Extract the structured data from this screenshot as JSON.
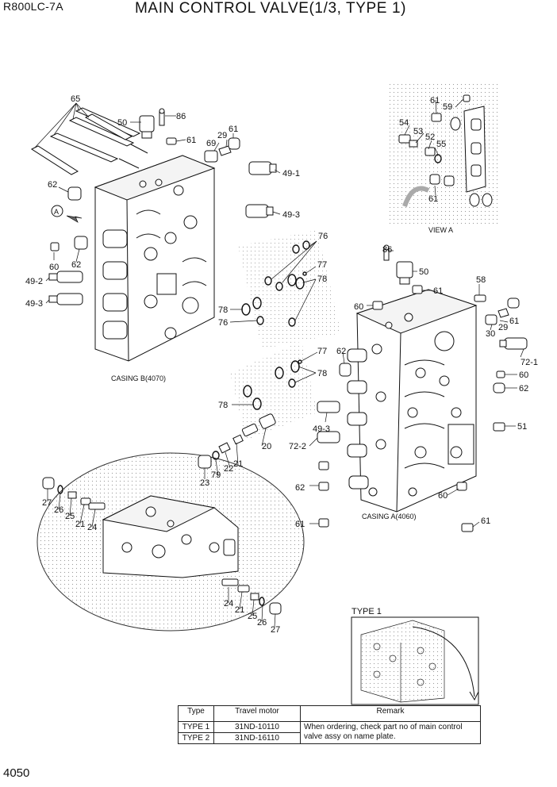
{
  "header": {
    "model": "R800LC-7A",
    "title": "MAIN CONTROL VALVE(1/3, TYPE 1)"
  },
  "page_number": "4050",
  "captions": {
    "casing_b": "CASING B(4070)",
    "casing_a": "CASING A(4060)",
    "view_a": "VIEW A",
    "type1": "TYPE 1",
    "arrow_view": "A"
  },
  "labels": {
    "l65": "65",
    "l50a": "50",
    "l86a": "86",
    "l61a": "61",
    "l69": "69",
    "l29a": "29",
    "l61b": "61",
    "l49_1": "49-1",
    "l49_3a": "49-3",
    "l62a": "62",
    "l60a": "60",
    "l62b": "62",
    "l49_2": "49-2",
    "l49_3b": "49-3",
    "l76a": "76",
    "l77a": "77",
    "l78a": "78",
    "l78b": "78",
    "l76b": "76",
    "l77b": "77",
    "l78c": "78",
    "l78d": "78",
    "l86b": "86",
    "l50b": "50",
    "l61c": "61",
    "l60b": "60",
    "l58": "58",
    "l61d": "61",
    "l30": "30",
    "l29b": "29",
    "l72_1": "72-1",
    "l60c": "60",
    "l62c": "62",
    "l62d": "62",
    "l49_3c": "49-3",
    "l51": "51",
    "l72_2": "72-2",
    "l20": "20",
    "l21a": "21",
    "l22": "22",
    "l79": "79",
    "l23": "23",
    "l62e": "62",
    "l60d": "60",
    "l61e": "61",
    "l61f": "61",
    "l61g": "61",
    "l59": "59",
    "l54": "54",
    "l53": "53",
    "l52": "52",
    "l55": "55",
    "l61h": "61",
    "l27a": "27",
    "l26a": "26",
    "l25a": "25",
    "l21b": "21",
    "l24a": "24",
    "l24b": "24",
    "l21c": "21",
    "l25b": "25",
    "l26b": "26",
    "l27b": "27"
  },
  "remark_table": {
    "headers": [
      "Type",
      "Travel motor",
      "Remark"
    ],
    "rows": [
      {
        "type": "TYPE 1",
        "motor": "31ND-10110",
        "remark": "When ordering, check part no of main control valve assy on name plate."
      },
      {
        "type": "TYPE 2",
        "motor": "31ND-16110",
        "remark": ""
      }
    ]
  }
}
